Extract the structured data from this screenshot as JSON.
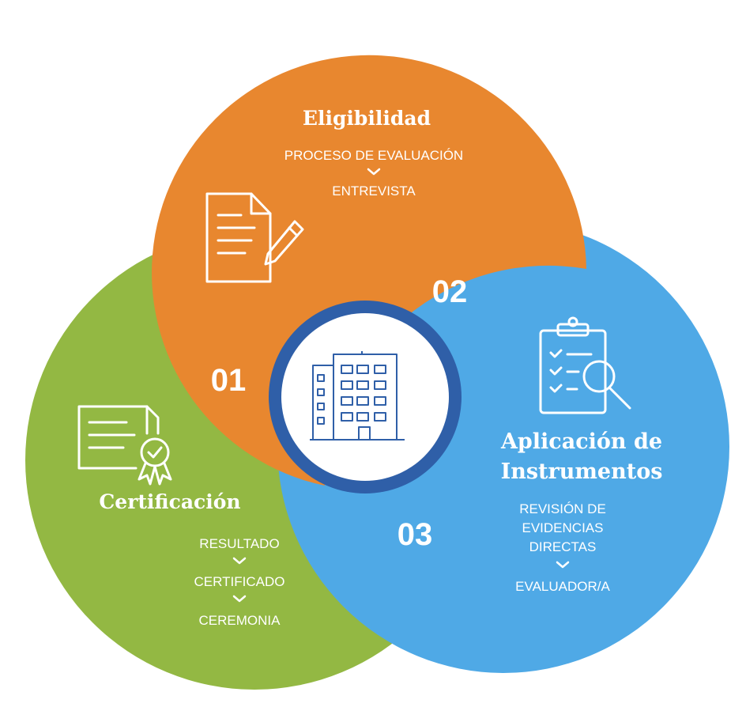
{
  "colors": {
    "orange": "#e8872f",
    "green": "#93b843",
    "blue": "#4fa9e6",
    "center_ring": "#2f5fa8",
    "text": "#ffffff"
  },
  "stages": {
    "eligibilidad": {
      "number": "01",
      "title": "Eligibilidad",
      "items": [
        "PROCESO DE EVALUACIÓN",
        "ENTREVISTA"
      ],
      "icon": "document-pencil-icon"
    },
    "aplicacion": {
      "number": "02",
      "title_lines": [
        "Aplicación de",
        "Instrumentos"
      ],
      "items": [
        "REVISIÓN DE",
        "EVIDENCIAS",
        "DIRECTAS",
        "EVALUADOR/A"
      ],
      "icon": "clipboard-magnifier-icon"
    },
    "certificacion": {
      "number": "03",
      "title": "Certificación",
      "items": [
        "RESULTADO",
        "CERTIFICADO",
        "CEREMONIA"
      ],
      "icon": "certificate-ribbon-icon"
    }
  },
  "center": {
    "icon": "building-icon"
  }
}
